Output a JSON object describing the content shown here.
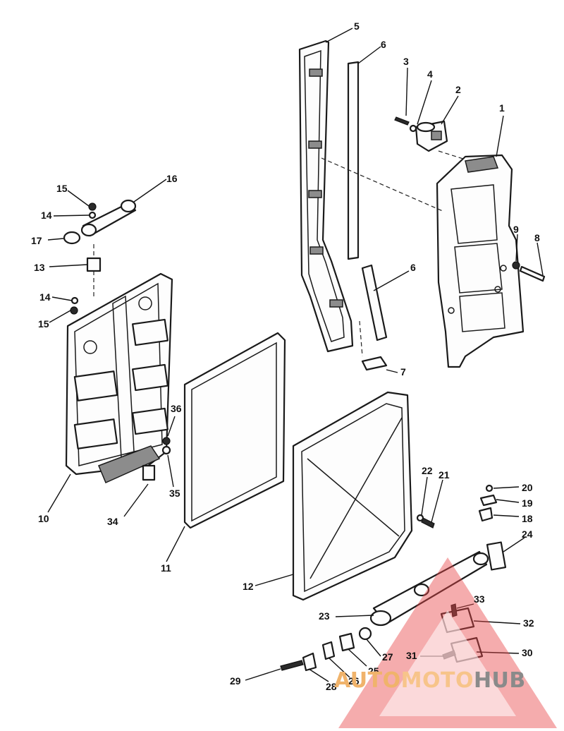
{
  "diagram": {
    "callouts": [
      "1",
      "2",
      "3",
      "4",
      "5",
      "6",
      "6",
      "7",
      "8",
      "9",
      "10",
      "11",
      "12",
      "13",
      "14",
      "14",
      "15",
      "15",
      "16",
      "17",
      "18",
      "19",
      "20",
      "21",
      "22",
      "23",
      "24",
      "25",
      "26",
      "27",
      "28",
      "29",
      "30",
      "31",
      "32",
      "33",
      "34",
      "35",
      "36"
    ]
  },
  "watermark": {
    "brand_part1": "AUTO",
    "brand_part2": "MOTO",
    "brand_part3": "HUB",
    "colors": {
      "triangle": "#e8484a",
      "orange": "#f0b36b",
      "gray": "#8a8a8a"
    }
  }
}
